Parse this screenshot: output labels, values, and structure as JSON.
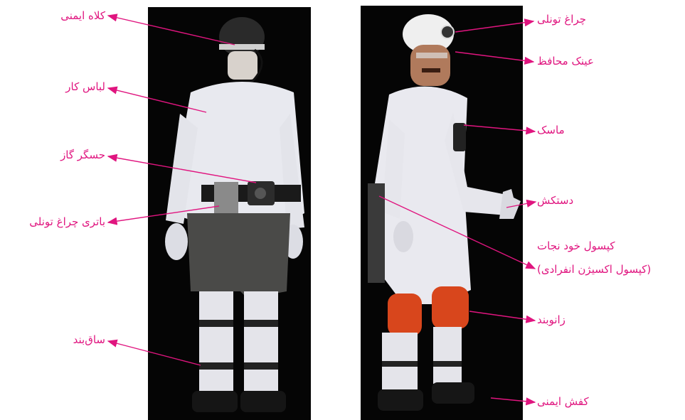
{
  "colors": {
    "label": "#e0157f",
    "photo_bg": "#050505"
  },
  "labels_left": [
    {
      "id": "helmet",
      "text": "کلاه ایمنی"
    },
    {
      "id": "work-clothes",
      "text": "لباس کار"
    },
    {
      "id": "gas-detector",
      "text": "حسگر گاز"
    },
    {
      "id": "lamp-battery",
      "text": "باتری چراغ تونلی"
    },
    {
      "id": "shin-guard",
      "text": "ساق‌بند"
    }
  ],
  "labels_right": [
    {
      "id": "cap-lamp",
      "text": "چراغ تونلی"
    },
    {
      "id": "safety-glasses",
      "text": "عینک محافظ"
    },
    {
      "id": "mask",
      "text": "ماسک"
    },
    {
      "id": "gloves",
      "text": "دستکش"
    },
    {
      "id": "self-rescuer",
      "text": "کپسول خود نجات"
    },
    {
      "id": "self-rescuer-note",
      "text": "(کپسول اکسیژن انفرادی)"
    },
    {
      "id": "knee-pad",
      "text": "زانوبند"
    },
    {
      "id": "safety-shoes",
      "text": "کفش ایمنی"
    }
  ]
}
